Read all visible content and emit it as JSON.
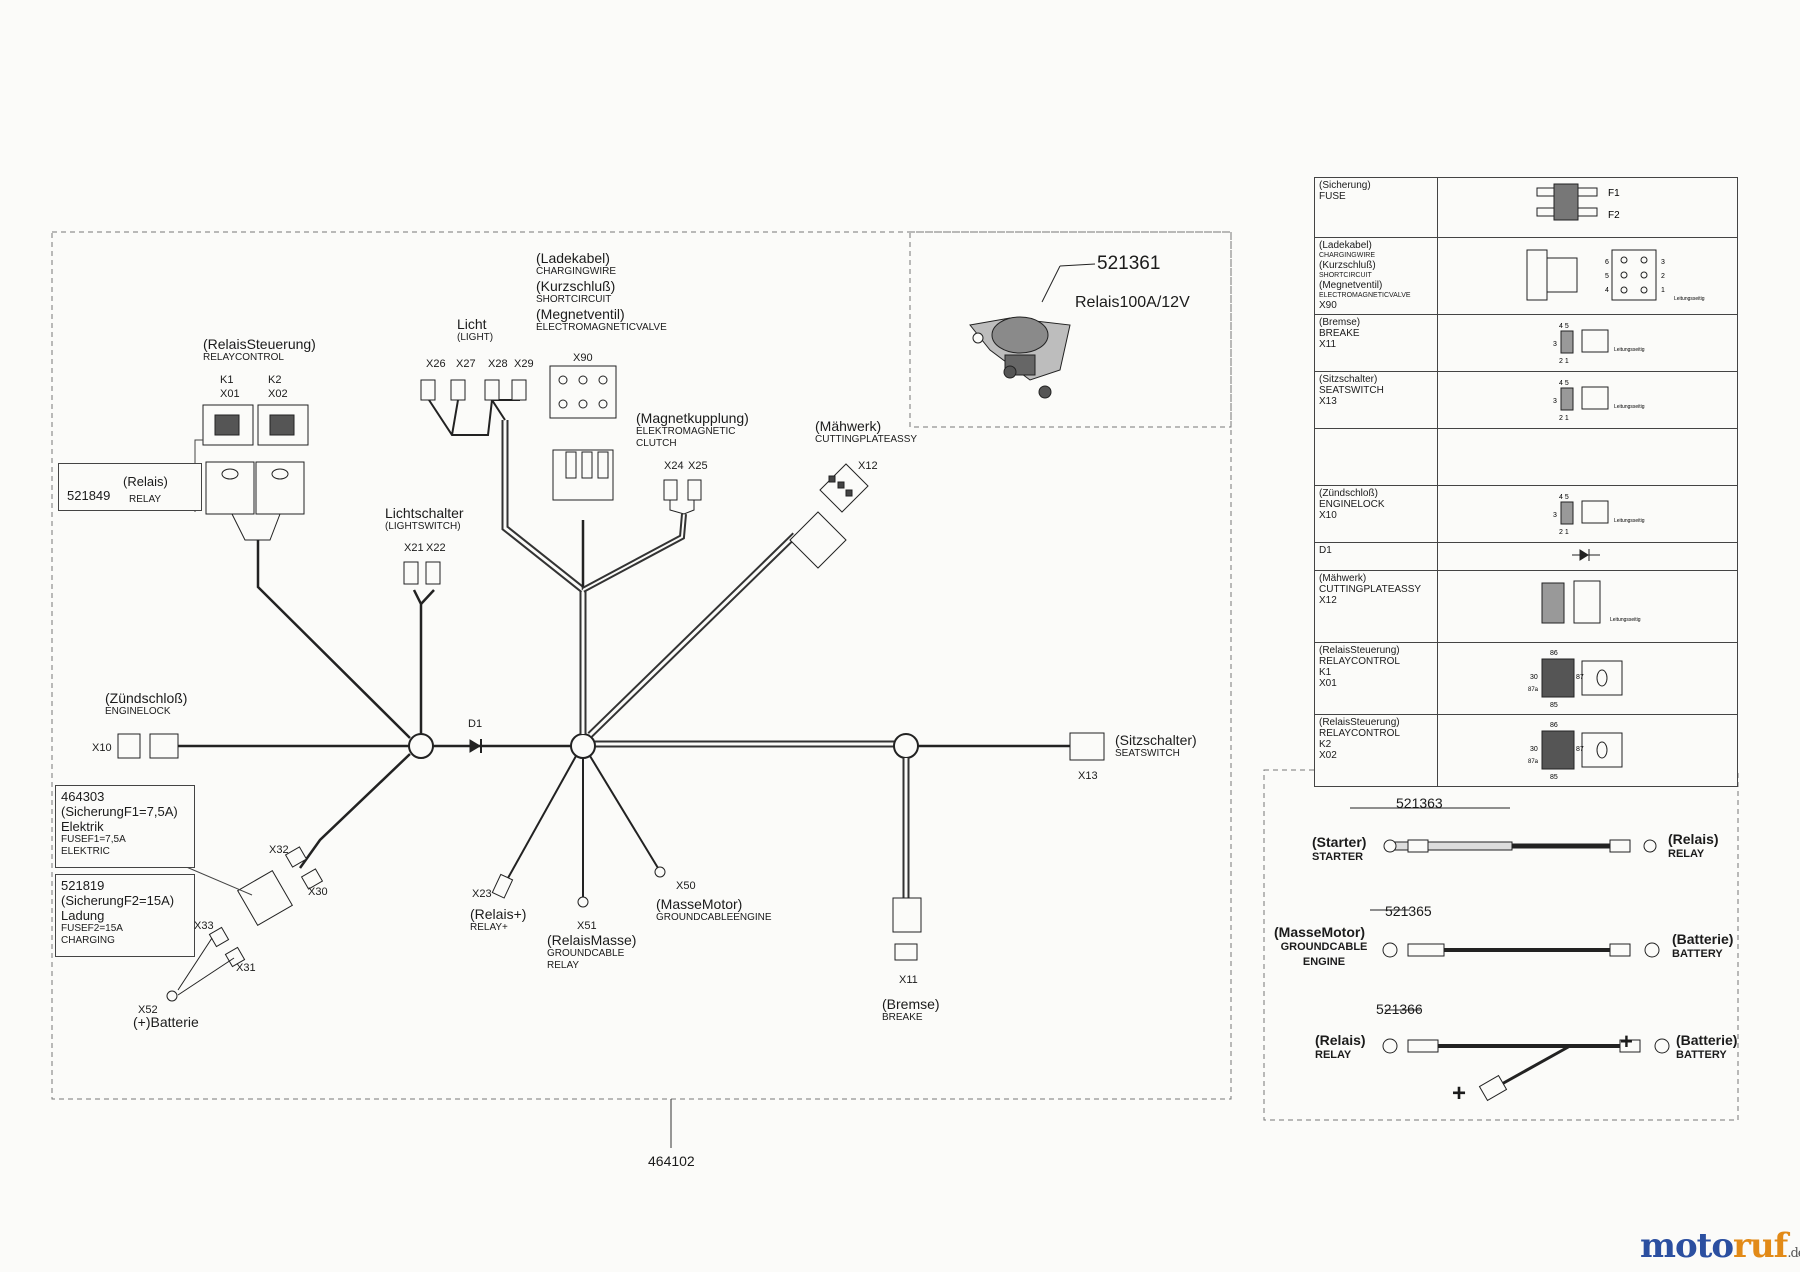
{
  "main_part": "464102",
  "relais_part": {
    "number": "521361",
    "label": "Relais100A/12V"
  },
  "relay_control": {
    "de": "(RelaisSteuerung)",
    "en": "RELAYCONTROL",
    "k1": "K1",
    "k2": "K2",
    "x01": "X01",
    "x02": "X02"
  },
  "relay_part": {
    "number": "521849",
    "de": "(Relais)",
    "en": "RELAY"
  },
  "light": {
    "de": "Licht",
    "en": "(LIGHT)",
    "pins": [
      "X26",
      "X27",
      "X28",
      "X29"
    ]
  },
  "charging": {
    "de1": "(Ladekabel)",
    "en1": "CHARGINGWIRE",
    "de2": "(Kurzschluß)",
    "en2": "SHORTCIRCUIT",
    "de3": "(Megnetventil)",
    "en3": "ELECTROMAGNETICVALVE",
    "id": "X90"
  },
  "clutch": {
    "de": "(Magnetkupplung)",
    "en1": "ELEKTROMAGNETIC",
    "en2": "CLUTCH",
    "pins": [
      "X24",
      "X25"
    ]
  },
  "mower": {
    "de": "(Mähwerk)",
    "en": "CUTTINGPLATEASSY",
    "id": "X12"
  },
  "lightswitch": {
    "de": "Lichtschalter",
    "en": "(LIGHTSWITCH)",
    "pins": [
      "X21",
      "X22"
    ]
  },
  "ignition": {
    "de": "(Zündschloß)",
    "en": "ENGINELOCK",
    "id": "X10"
  },
  "diode": "D1",
  "seatswitch": {
    "de": "(Sitzschalter)",
    "en": "SEATSWITCH",
    "id": "X13"
  },
  "fuse1": {
    "number": "464303",
    "de": "(SicherungF1=7,5A)",
    "name": "Elektrik",
    "en1": "FUSEF1=7,5A",
    "en2": "ELEKTRIC"
  },
  "fuse2": {
    "number": "521819",
    "de": "(SicherungF2=15A)",
    "name": "Ladung",
    "en1": "FUSEF2=15A",
    "en2": "CHARGING"
  },
  "fuse_pins": {
    "x30": "X30",
    "x31": "X31",
    "x32": "X32",
    "x33": "X33"
  },
  "battery_plus": {
    "id": "X52",
    "label": "(+)Batterie"
  },
  "relay_plus": {
    "id": "X23",
    "de": "(Relais+)",
    "en": "RELAY+"
  },
  "relay_ground": {
    "id": "X51",
    "de": "(RelaisMasse)",
    "en1": "GROUNDCABLE",
    "en2": "RELAY"
  },
  "engine_ground": {
    "id": "X50",
    "de": "(MasseMotor)",
    "en": "GROUNDCABLEENGINE"
  },
  "brake": {
    "id": "X11",
    "de": "(Bremse)",
    "en": "BREAKE"
  },
  "table": {
    "rows": [
      {
        "lines": [
          "(Sicherung)",
          "FUSE"
        ],
        "pic": "fuse",
        "labels": [
          "F1",
          "F2"
        ]
      },
      {
        "lines": [
          "(Ladekabel)",
          "CHARGINGWIRE",
          "(Kurzschluß)",
          "SHORTCIRCUIT",
          "(Megnetventil)",
          "ELECTROMAGNETICVALVE",
          "X90"
        ],
        "pic": "x90",
        "labels": [
          "3",
          "2",
          "1",
          "6",
          "5",
          "4"
        ]
      },
      {
        "lines": [
          "(Bremse)",
          "BREAKE",
          "X11"
        ],
        "pic": "plug4"
      },
      {
        "lines": [
          "(Sitzschalter)",
          "SEATSWITCH",
          "X13"
        ],
        "pic": "plug4"
      },
      {
        "lines": [],
        "pic": "none"
      },
      {
        "lines": [
          "(Zündschloß)",
          "ENGINELOCK",
          "X10"
        ],
        "pic": "plug4"
      },
      {
        "lines": [
          "D1"
        ],
        "pic": "diode"
      },
      {
        "lines": [
          "(Mähwerk)",
          "CUTTINGPLATEASSY",
          "X12"
        ],
        "pic": "plug6"
      },
      {
        "lines": [
          "(RelaisSteuerung)",
          "RELAYCONTROL",
          "K1",
          "X01"
        ],
        "pic": "relay",
        "labels": [
          "86",
          "30",
          "87",
          "87a",
          "85"
        ]
      },
      {
        "lines": [
          "(RelaisSteuerung)",
          "RELAYCONTROL",
          "K2",
          "X02"
        ],
        "pic": "relay",
        "labels": [
          "86",
          "30",
          "87",
          "87a",
          "85"
        ]
      }
    ],
    "plug_pins": {
      "top": "4 5",
      "left": "3",
      "bottom": "2 1"
    },
    "tiny_note": "Leitungsseitig"
  },
  "cables": [
    {
      "number": "521363",
      "left_de": "(Starter)",
      "left_en": "STARTER",
      "right_de": "(Relais)",
      "right_en": "RELAY"
    },
    {
      "number": "521365",
      "left_de": "(MasseMotor)",
      "left_en": "GROUNDCABLE ENGINE",
      "right_de": "(Batterie)",
      "right_en": "BATTERY"
    },
    {
      "number": "521366",
      "left_de": "(Relais)",
      "left_en": "RELAY",
      "right_de": "(Batterie)",
      "right_en": "BATTERY",
      "plus": "+"
    }
  ],
  "logo": {
    "main": "motoruf",
    "tld": ".de"
  }
}
